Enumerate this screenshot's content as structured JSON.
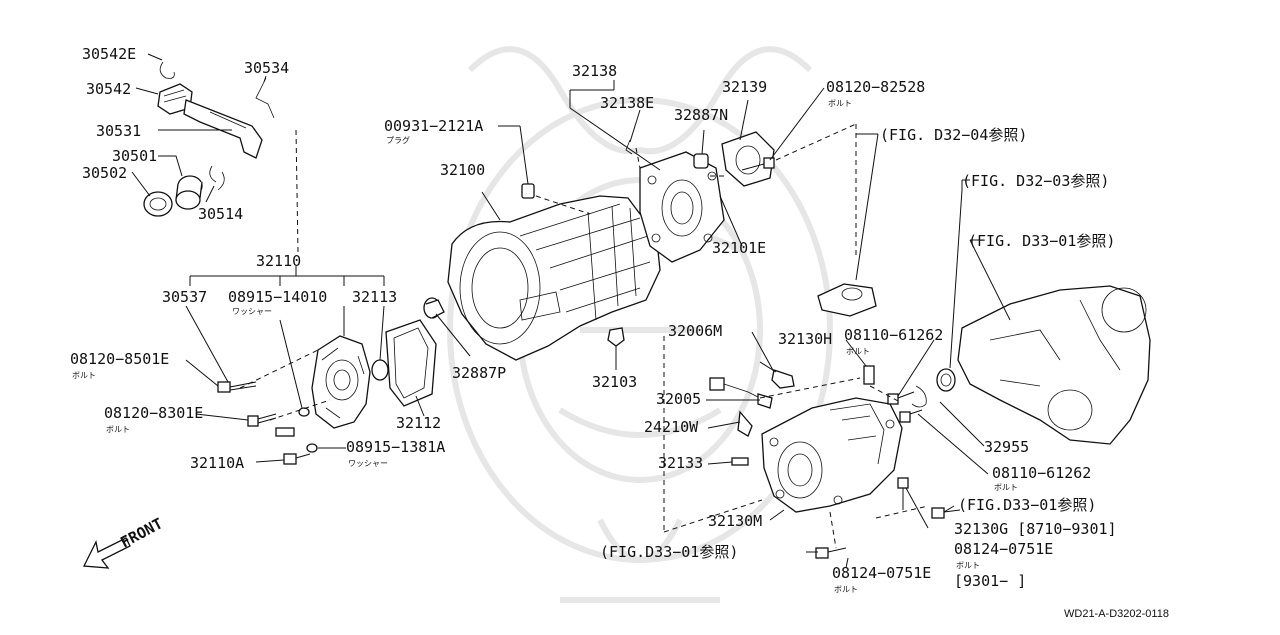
{
  "diagram": {
    "doc_code": "WD21-A-D3202-0118",
    "front_label": "FRONT",
    "sub_bolt": "ボルト",
    "sub_plug": "プラグ",
    "sub_washer": "ワッシャー",
    "labels": {
      "p30542E": "30542E",
      "p30542": "30542",
      "p30534": "30534",
      "p30531": "30531",
      "p30501": "30501",
      "p30502": "30502",
      "p30514": "30514",
      "p32110": "32110",
      "p30537": "30537",
      "p08915_14010": "08915−14010",
      "p32113": "32113",
      "p08120_8501E": "08120−8501E",
      "p08120_8301E": "08120−8301E",
      "p32110A": "32110A",
      "p08915_1381A": "08915−1381A",
      "p32112": "32112",
      "p32887P": "32887P",
      "p00931_2121A": "00931−2121A",
      "p32100": "32100",
      "p32138": "32138",
      "p32138E": "32138E",
      "p32887N": "32887N",
      "p32139": "32139",
      "p08120_82528": "08120−82528",
      "p32101E": "32101E",
      "p32103": "32103",
      "ref_d32_04": "(FIG. D32−04参照)",
      "ref_d32_03": "(FIG. D32−03参照)",
      "ref_d33_01a": "(FIG. D33−01参照)",
      "p32006M": "32006M",
      "p32130H": "32130H",
      "p08110_61262a": "08110−61262",
      "p32005": "32005",
      "p24210W": "24210W",
      "p32133": "32133",
      "p32955": "32955",
      "p08110_61262b": "08110−61262",
      "ref_d33_01b": "(FIG.D33−01参照)",
      "p32130M": "32130M",
      "p32130G": "32130G [8710−9301]",
      "p08124_0751E_a": "08124−0751E",
      "p9301": "[9301−      ]",
      "ref_d33_01c": "(FIG.D33−01参照)",
      "p08124_0751E_b": "08124−0751E"
    }
  }
}
